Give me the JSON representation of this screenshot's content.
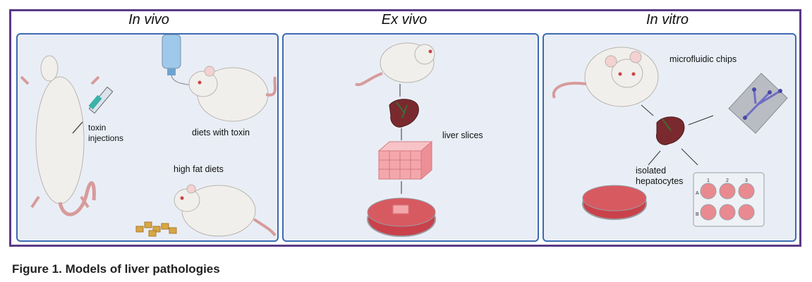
{
  "figure": {
    "caption": "Figure 1. Models of liver pathologies",
    "colors": {
      "frame": "#5b3a86",
      "panel_border": "#3d6bb3",
      "panel_fill": "#e9eef6",
      "liver": "#7a2a2e",
      "dish": "#c9414a",
      "tissue": "#f4a7ab"
    }
  },
  "panels": {
    "in_vivo": {
      "title": "In vivo",
      "labels": {
        "toxin_injections": "toxin\ninjections",
        "diets_with_toxin": "diets with toxin",
        "high_fat_diets": "high fat diets"
      }
    },
    "ex_vivo": {
      "title": "Ex vivo",
      "labels": {
        "liver_slices": "liver slices"
      }
    },
    "in_vitro": {
      "title": "In vitro",
      "labels": {
        "microfluidic_chips": "microfluidic chips",
        "isolated_hepatocytes": "isolated\nhepatocytes"
      },
      "plate": {
        "columns": [
          "1",
          "2",
          "3"
        ],
        "rows": [
          "A",
          "B"
        ]
      }
    }
  }
}
